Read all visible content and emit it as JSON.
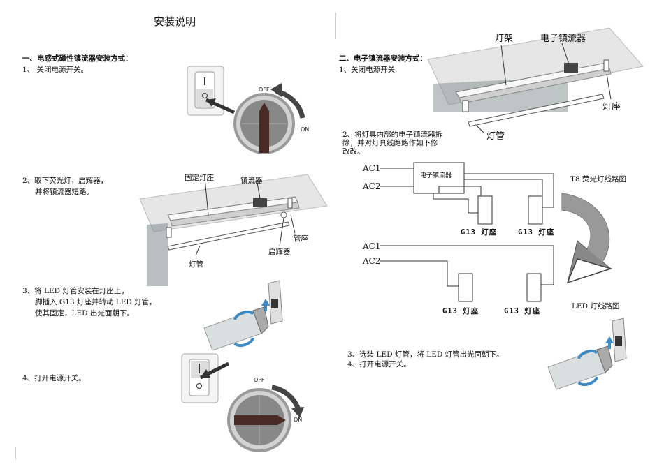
{
  "title": "安装说明",
  "left": {
    "heading": "一、电感式磁性镇流器安装方式：",
    "step1": "1、 关闭电源开关。",
    "step2_line1": "2、取下荧光灯，启辉器，",
    "step2_line2": "并将镇流器短路。",
    "step3_line1": "3、将 LED 灯管安装在灯座上，",
    "step3_line2": "脚插入 G13 灯座并转动 LED 灯管，",
    "step3_line3": "使其固定，LED 出光面朝下。",
    "step4": "4、打开电源开关。",
    "switch_top": {
      "off": "OFF",
      "on": "ON"
    },
    "switch_bottom": {
      "off": "OFF",
      "on": "ON"
    },
    "fixture_labels": {
      "holder": "固定灯座",
      "ballast": "镇流器",
      "socket": "管座",
      "starter": "启辉器",
      "tube": "灯管"
    }
  },
  "right": {
    "heading": "二、电子镇流器安装方式：",
    "step1": "1、关闭电源开关.",
    "step2_line1": "2、将灯具内部的电子镇流器拆",
    "step2_line2": "除，并对灯具线路路作如下修",
    "step2_line3": "改改。",
    "step3": "3、选装 LED 灯管，将 LED 灯管出光面朝下。",
    "step4": "4、打开电源开关。",
    "fixture_labels": {
      "frame": "灯架",
      "ballast": "电子镇流器",
      "socket": "灯座",
      "tube": "灯管"
    },
    "t8_diagram": {
      "ac1": "AC1",
      "ac2": "AC2",
      "ballast_box": "电子镇流器",
      "g13_left": "G13 灯座",
      "g13_right": "G13 灯座",
      "caption": "T8 荧光灯线路图"
    },
    "led_diagram": {
      "ac1": "AC1",
      "ac2": "AC2",
      "g13_left": "G13 灯座",
      "g13_right": "G13 灯座",
      "caption": "LED 灯线路图"
    }
  }
}
